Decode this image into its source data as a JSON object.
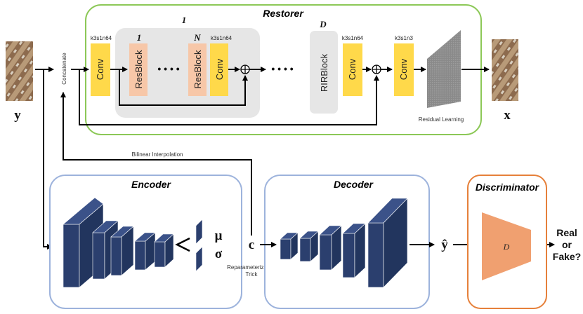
{
  "restorer": {
    "title": "Restorer",
    "group_index_top": "1",
    "resblock_first_index": "1",
    "resblock_last_index": "N",
    "rir_index": "D",
    "conv_label": "Conv",
    "resblock_label": "ResBlock",
    "rirblock_label": "RIRBlock",
    "conv1_spec": "k3s1n64",
    "conv2_spec": "k3s1n64",
    "conv3_spec": "k3s1n64",
    "conv4_spec": "k3s1n3",
    "residual_label": "Residual Learning",
    "dots": "• • • •",
    "dots2": "• • • •"
  },
  "concat_label": "Concatenate",
  "interp_label": "Bilinear Interpolation",
  "input_label": "y",
  "output_label": "x",
  "encoder": {
    "title": "Encoder"
  },
  "decoder": {
    "title": "Decoder"
  },
  "discriminator": {
    "title": "Discriminator",
    "block_label": "D"
  },
  "mu_label": "μ",
  "sigma_label": "σ",
  "c_label": "c",
  "yhat_label": "ŷ",
  "reparam_line1": "Reparameterization",
  "reparam_line2": "Trick",
  "answer_line1": "Real",
  "answer_line2": "or",
  "answer_line3": "Fake?",
  "colors": {
    "restorer_border": "#8cc857",
    "enc_dec_border": "#9db3dc",
    "disc_border": "#e6803a",
    "conv_fill": "#ffd94a",
    "resblock_fill": "#f7c7a8",
    "cube_fill": "#2b3f6e",
    "disc_fill": "#f0a070",
    "group_fill": "#e6e6e6"
  }
}
